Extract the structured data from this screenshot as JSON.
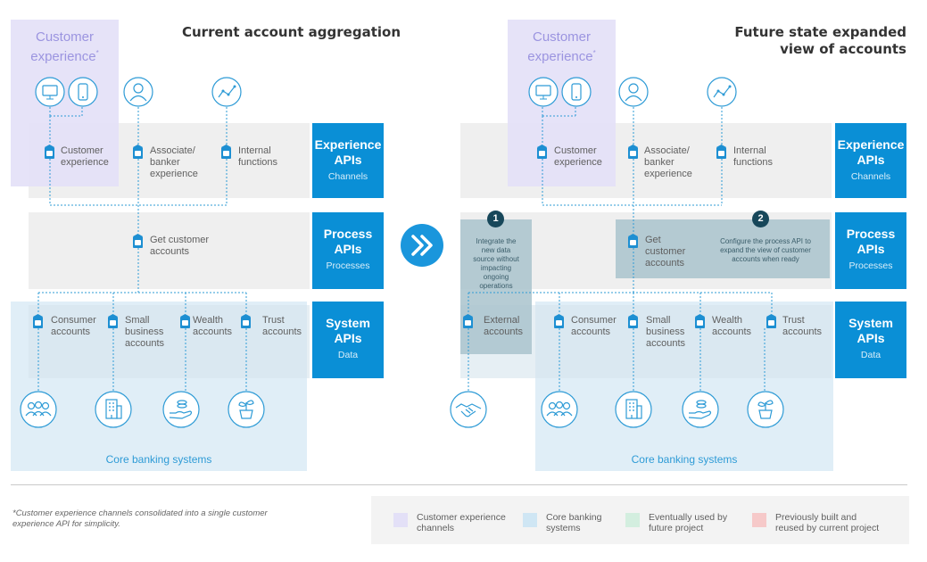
{
  "left": {
    "title": "Current account aggregation",
    "cx_label": "Customer experience",
    "cx_mark": "*",
    "nodes": {
      "customer_experience": [
        "Customer",
        "experience"
      ],
      "associate": [
        "Associate/",
        "banker",
        "experience"
      ],
      "internal": [
        "Internal",
        "functions"
      ],
      "get_customer": [
        "Get customer",
        "accounts"
      ],
      "consumer": [
        "Consumer",
        "accounts"
      ],
      "small_business": [
        "Small",
        "business",
        "accounts"
      ],
      "wealth": [
        "Wealth",
        "accounts"
      ],
      "trust": [
        "Trust",
        "accounts"
      ]
    },
    "core_label": "Core banking systems"
  },
  "right": {
    "title_line1": "Future state expanded",
    "title_line2": "view of accounts",
    "cx_label": "Customer experience",
    "cx_mark": "*",
    "nodes": {
      "customer_experience": [
        "Customer",
        "experience"
      ],
      "associate": [
        "Associate/",
        "banker",
        "experience"
      ],
      "internal": [
        "Internal",
        "functions"
      ],
      "get_customer": [
        "Get",
        "customer",
        "accounts"
      ],
      "external": [
        "External",
        "accounts"
      ],
      "consumer": [
        "Consumer",
        "accounts"
      ],
      "small_business": [
        "Small",
        "business",
        "accounts"
      ],
      "wealth": [
        "Wealth",
        "accounts"
      ],
      "trust": [
        "Trust",
        "accounts"
      ]
    },
    "core_label": "Core banking systems",
    "step1_number": "1",
    "step1_text": [
      "Integrate the",
      "new data",
      "source without",
      "impacting",
      "ongoing",
      "operations"
    ],
    "step2_number": "2",
    "step2_text": [
      "Configure the process API to",
      "expand the view of customer",
      "accounts when ready"
    ]
  },
  "api_layers": [
    {
      "title_l1": "Experience",
      "title_l2": "APIs",
      "subtitle": "Channels"
    },
    {
      "title_l1": "Process",
      "title_l2": "APIs",
      "subtitle": "Processes"
    },
    {
      "title_l1": "System",
      "title_l2": "APIs",
      "subtitle": "Data"
    }
  ],
  "footnote": [
    "*Customer experience channels consolidated into a single customer",
    "experience API for simplicity."
  ],
  "legend": [
    {
      "label": [
        "Customer experience",
        "channels"
      ],
      "color": "#e3e0f7"
    },
    {
      "label": [
        "Core banking",
        "systems"
      ],
      "color": "#cfe6f4"
    },
    {
      "label": [
        "Eventually used by",
        "future project"
      ],
      "color": "#d3eedf"
    },
    {
      "label": [
        "Previously built and",
        "reused by current project"
      ],
      "color": "#f6c9c9"
    }
  ],
  "colors": {
    "api_blue": "#0a8fd6",
    "arrow_blue": "#1a96dc",
    "icon_blue": "#2e9bd6",
    "badge": "#17475a"
  }
}
